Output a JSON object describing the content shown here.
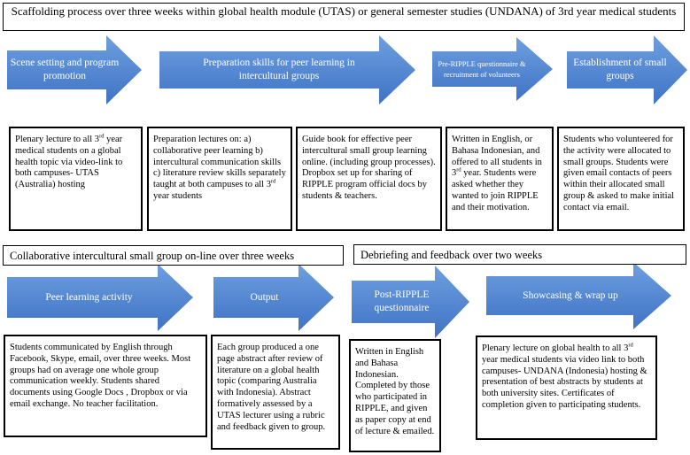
{
  "title": "Scaffolding process over three weeks within global health module (UTAS) or general semester studies (UNDANA) of 3rd year medical students",
  "colors": {
    "arrow_top": "#6e9fe0",
    "arrow_bottom": "#3f73c4",
    "arrow_text": "#ffffff",
    "border": "#000000"
  },
  "top_arrows": [
    {
      "label": "Scene setting and program promotion"
    },
    {
      "label": "Preparation skills for peer learning in intercultural groups"
    },
    {
      "label": "Pre-RIPPLE questionnaire & recruitment of volunteers"
    },
    {
      "label": "Establishment of small groups"
    }
  ],
  "top_boxes": [
    {
      "pre": "Plenary lecture to all 3",
      "sup": "rd",
      "post": " year medical students on a global health topic  via video-link to both campuses- UTAS (Australia) hosting"
    },
    {
      "pre": "Preparation lectures on: a) collaborative peer learning b) intercultural communication skills c) literature review skills separately taught at both campuses to all 3",
      "sup": "rd",
      "post": " year students"
    },
    {
      "pre": "Guide book for effective peer intercultural small group learning  online. (including group processes). Dropbox set up for sharing of RIPPLE program official docs by students & teachers.",
      "sup": "",
      "post": ""
    },
    {
      "pre": "Written in English, or Bahasa Indonesian, and offered to all students in 3",
      "sup": "rd",
      "post": " year. Students were asked whether they wanted to join RIPPLE and their motivation."
    },
    {
      "pre": "Students who volunteered for the activity were allocated to small groups. Students were given email contacts of peers within their allocated small group & asked to make initial contact via email.",
      "sup": "",
      "post": ""
    }
  ],
  "phases": [
    {
      "label": "Collaborative intercultural small group on-line over three weeks"
    },
    {
      "label": "Debriefing and feedback over two weeks"
    }
  ],
  "bottom_arrows": [
    {
      "label": "Peer learning activity"
    },
    {
      "label": "Output"
    },
    {
      "label": "Post-RIPPLE questionnaire"
    },
    {
      "label": "Showcasing & wrap up"
    }
  ],
  "bottom_boxes": [
    {
      "pre": "Students communicated by English through Facebook, Skype, email, over three weeks.  Most groups had on average one whole group communication weekly. Students shared documents using Google Docs , Dropbox or via email exchange.  No teacher facilitation.",
      "sup": "",
      "post": ""
    },
    {
      "pre": "Each group produced a one page abstract after review of literature on a global health topic  (comparing Australia with Indonesia).  Abstract formatively assessed by a UTAS lecturer using a rubric and feedback given to group.",
      "sup": "",
      "post": ""
    },
    {
      "pre": "Written in English and Bahasa Indonesian. Completed by those who participated in RIPPLE, and given as paper copy at end of lecture & emailed.",
      "sup": "",
      "post": ""
    },
    {
      "pre": "Plenary lecture on global health to all 3",
      "sup": "rd",
      "post": " year medical students via video link to both campuses- UNDANA (Indonesia) hosting & presentation of best abstracts by students at both university sites. Certificates of completion given to participating students."
    }
  ]
}
